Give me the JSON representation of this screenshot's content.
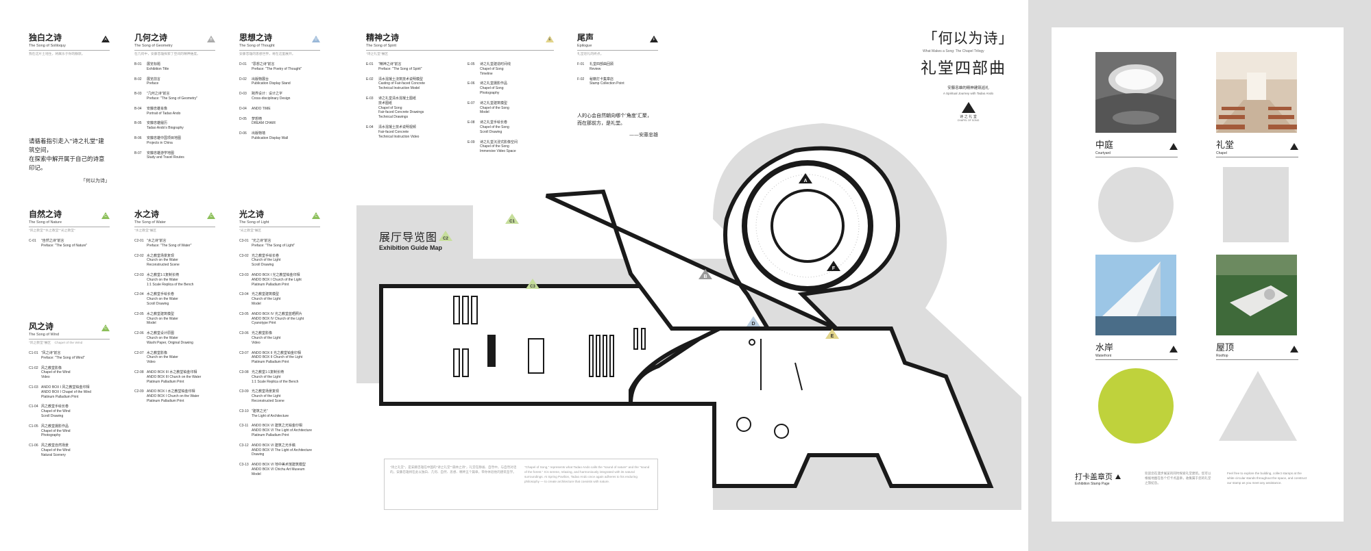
{
  "title": {
    "top": "「何以为诗」",
    "sub_en": "What Makes a Song: The Chapel Trilogy",
    "big": "礼堂四部曲",
    "small_zh": "安藤忠雄的精神建筑巡礼",
    "small_en": "A Spiritual Journey with Tadao Ando",
    "logo_zh": "诗 之 礼 堂",
    "logo_en": "CHAPEL OF SONG"
  },
  "sections": [
    {
      "zh": "独白之诗",
      "en": "The Song of Soliloquy",
      "badge": "A",
      "badge_color": "#222",
      "note": "我在这片土地生，将属乐于你的静默。",
      "items": [],
      "quote": [
        "请循着指引走入\"诗之礼堂\"建筑空间，",
        "在探索中解开属于自己的诗意印记。"
      ],
      "quote_sig": "「何以为诗」"
    },
    {
      "zh": "几何之诗",
      "en": "The Song of Geometry",
      "badge": "B",
      "badge_color": "#999",
      "note": "在几何中，安藤忠雄探索了空间的精神维度。",
      "items": [
        {
          "code": "B-01",
          "lines": [
            "展览标题",
            "Exhibition Title"
          ]
        },
        {
          "code": "B-02",
          "lines": [
            "展览前言",
            "Preface"
          ]
        },
        {
          "code": "B-03",
          "lines": [
            "\"几何之诗\"前言",
            "Preface: \"The Song of Geometry\""
          ]
        },
        {
          "code": "B-04",
          "lines": [
            "安藤忠雄肖像",
            "Portrait of Tadao Ando"
          ]
        },
        {
          "code": "B-05",
          "lines": [
            "安藤忠雄履历",
            "Tadao Ando's Biography"
          ]
        },
        {
          "code": "B-06",
          "lines": [
            "安藤忠雄中国项目地图",
            "Projects in China"
          ]
        },
        {
          "code": "B-07",
          "lines": [
            "安藤忠雄游学地图",
            "Study and Travel Routes"
          ]
        }
      ]
    },
    {
      "zh": "思想之诗",
      "en": "The Song of Thought",
      "badge": "D",
      "badge_color": "#7aa0c8",
      "note": "安藤忠雄的思想世界，将在这里展开。",
      "items": [
        {
          "code": "D-01",
          "lines": [
            "\"思想之诗\"前言",
            "Preface: \"The Poetry of Thought\""
          ]
        },
        {
          "code": "D-02",
          "lines": [
            "出版物展台",
            "Publication Display Stand"
          ]
        },
        {
          "code": "D-03",
          "lines": [
            "跨界设计：设计之字",
            "Cross-disciplinary Design"
          ]
        },
        {
          "code": "D-04",
          "lines": [
            "ANDO TIME"
          ]
        },
        {
          "code": "D-05",
          "lines": [
            "梦想椅",
            "DREAM CHAIR"
          ]
        },
        {
          "code": "D-06",
          "lines": [
            "出版物墙",
            "Publication Display Wall"
          ]
        }
      ]
    },
    {
      "zh": "精神之诗",
      "en": "The Song of Spirit",
      "badge": "E",
      "badge_color": "#e2d48a",
      "note": "\"诗之礼堂\"展区",
      "items": [
        {
          "code": "E-01",
          "lines": [
            "\"精神之诗\"前言",
            "Preface: \"The Song of Spirit\""
          ]
        },
        {
          "code": "E-02",
          "lines": [
            "清水混凝土浇筑技术说明模型",
            "Casting of Fair-faced Concrete",
            "Technical Instruction Model"
          ]
        },
        {
          "code": "E-03",
          "lines": [
            "诗之礼堂清水混凝土图纸",
            "技术图纸",
            "Chapel of Song",
            "Fair-faced Concrete Drawings",
            "Technical Drawings"
          ]
        },
        {
          "code": "E-04",
          "lines": [
            "清水混凝土技术说明视频",
            "Fair-faced Concrete",
            "Technical Instruction Video"
          ]
        }
      ],
      "items_b": [
        {
          "code": "E-05",
          "lines": [
            "诗之礼堂建造时间线",
            "Chapel of Song",
            "Timeline"
          ]
        },
        {
          "code": "E-06",
          "lines": [
            "诗之礼堂摄影作品",
            "Chapel of Song",
            "Photography"
          ]
        },
        {
          "code": "E-07",
          "lines": [
            "诗之礼堂建筑模型",
            "Chapel of the Song",
            "Model"
          ]
        },
        {
          "code": "E-08",
          "lines": [
            "诗之礼堂手绘长卷",
            "Chapel of the Song",
            "Scroll Drawing"
          ]
        },
        {
          "code": "E-09",
          "lines": [
            "诗之礼堂沉浸式影像空间",
            "Chapel of the Song",
            "Immersive Video Space"
          ]
        }
      ]
    },
    {
      "zh": "尾声",
      "en": "Epilogue",
      "badge": "F",
      "badge_color": "#222",
      "note": "礼堂巡礼的终点。",
      "items": [
        {
          "code": "F-01",
          "lines": [
            "礼堂四部曲回顾",
            "Review"
          ]
        },
        {
          "code": "F-02",
          "lines": [
            "秘籍打卡集章店",
            "Stamp Collection Point"
          ]
        }
      ],
      "quote": [
        "人的心会自然朝向哪个'角度'汇聚，",
        "而在那前方，是礼堂。"
      ],
      "quote_sig": "——安藤忠雄"
    },
    {
      "zh": "自然之诗",
      "en": "The Song of Nature",
      "badge": "C",
      "badge_color": "#8cbf5a",
      "note": "\"风之教堂\"\"水之教堂\"\"光之教堂\"",
      "items": [
        {
          "code": "C-01",
          "lines": [
            "\"自然之诗\"前言",
            "Preface: \"The Song of Nature\""
          ]
        }
      ]
    },
    {
      "zh": "水之诗",
      "en": "The Song of Water",
      "badge": "C",
      "badge_color": "#8cbf5a",
      "note": "\"水之教堂\"展区",
      "items": [
        {
          "code": "C2-01",
          "lines": [
            "\"水之诗\"前言",
            "Preface: \"The Song of Water\""
          ]
        },
        {
          "code": "C2-02",
          "lines": [
            "水之教堂场景复现",
            "Church on the Water",
            "Reconstructed Scene"
          ]
        },
        {
          "code": "C2-03",
          "lines": [
            "水之教堂1:1复制长椅",
            "Church on the Water",
            "1:1 Scale Replica of the Bench"
          ]
        },
        {
          "code": "C2-04",
          "lines": [
            "水之教堂手绘长卷",
            "Church on the Water",
            "Scroll Drawing"
          ]
        },
        {
          "code": "C2-05",
          "lines": [
            "水之教堂建筑模型",
            "Church on the Water",
            "Model"
          ]
        },
        {
          "code": "C2-06",
          "lines": [
            "水之教堂设计原图",
            "Church on the Water",
            "Washi Paper, Original Drawing"
          ]
        },
        {
          "code": "C2-07",
          "lines": [
            "水之教堂影像",
            "Church on the Water",
            "Video"
          ]
        },
        {
          "code": "C2-08",
          "lines": [
            "ANDO BOX III 水之教堂铂金印相",
            "ANDO BOX III Church on the Water",
            "Platinum Palladium Print"
          ]
        },
        {
          "code": "C2-09",
          "lines": [
            "ANDO BOX I 水之教堂铂金印相",
            "ANDO BOX I Church on the Water",
            "Platinum Palladium Print"
          ]
        }
      ]
    },
    {
      "zh": "光之诗",
      "en": "The Song of Light",
      "badge": "C",
      "badge_color": "#8cbf5a",
      "note": "\"光之教堂\"展区",
      "items": [
        {
          "code": "C3-01",
          "lines": [
            "\"光之诗\"前言",
            "Preface: \"The Song of Light\""
          ]
        },
        {
          "code": "C3-02",
          "lines": [
            "光之教堂手绘长卷",
            "Church of the Light",
            "Scroll Drawing"
          ]
        },
        {
          "code": "C3-03",
          "lines": [
            "ANDO BOX I 光之教堂铂金印相",
            "ANDO BOX I Church of the Light",
            "Platinum Palladium Print"
          ]
        },
        {
          "code": "C3-04",
          "lines": [
            "光之教堂建筑模型",
            "Church of the Light",
            "Model"
          ]
        },
        {
          "code": "C3-05",
          "lines": [
            "ANDO BOX IV 光之教堂蓝晒照片",
            "ANDO BOX IV Church of the Light",
            "Cyanotype Print"
          ]
        },
        {
          "code": "C3-06",
          "lines": [
            "光之教堂影像",
            "Church of the Light",
            "Video"
          ]
        },
        {
          "code": "C3-07",
          "lines": [
            "ANDO BOX II 光之教堂铂金印相",
            "ANDO BOX II Church of the Light",
            "Platinum Palladium Print"
          ]
        },
        {
          "code": "C3-08",
          "lines": [
            "光之教堂1:1复制长椅",
            "Church of the Light",
            "1:1 Scale Replica of the Bench"
          ]
        },
        {
          "code": "C3-09",
          "lines": [
            "光之教堂场景复现",
            "Church of the Light",
            "Reconstructed Scene"
          ]
        },
        {
          "code": "C3-10",
          "lines": [
            "\"建筑之光\"",
            "The Light of Architecture"
          ]
        },
        {
          "code": "C3-11",
          "lines": [
            "ANDO BOX VI 建筑之光铂金印相",
            "ANDO BOX VI The Light of Architecture",
            "Platinum Palladium Print"
          ]
        },
        {
          "code": "C3-12",
          "lines": [
            "ANDO BOX VI 建筑之光手稿",
            "ANDO BOX VI The Light of Architecture",
            "Drawing"
          ]
        },
        {
          "code": "C3-13",
          "lines": [
            "ANDO BOX VI 地中美术馆建筑模型",
            "ANDO BOX VI Chichu Art Museum",
            "Model"
          ]
        }
      ]
    },
    {
      "zh": "风之诗",
      "en": "The Song of Wind",
      "badge": "C",
      "badge_color": "#8cbf5a",
      "note": "\"风之教堂\"展区",
      "note2": "Chapel of the Wind",
      "items": [
        {
          "code": "C1-01",
          "lines": [
            "\"风之诗\"前言",
            "Preface: \"The Song of Wind\""
          ]
        },
        {
          "code": "C1-02",
          "lines": [
            "风之教堂影像",
            "Chapel of the Wind",
            "Video"
          ]
        },
        {
          "code": "C1-03",
          "lines": [
            "ANDO BOX I 风之教堂铂金印相",
            "ANDO BOX I Chapel of the Wind",
            "Platinum Palladium Print"
          ]
        },
        {
          "code": "C1-04",
          "lines": [
            "风之教堂手绘长卷",
            "Chapel of the Wind",
            "Scroll Drawing"
          ]
        },
        {
          "code": "C1-05",
          "lines": [
            "风之教堂摄影作品",
            "Chapel of the Wind",
            "Photography"
          ]
        },
        {
          "code": "C1-06",
          "lines": [
            "风之教堂自然场景",
            "Chapel of the Wind",
            "Natural Scenery"
          ]
        }
      ]
    }
  ],
  "map": {
    "title": "展厅导览图",
    "title_en": "Exhibition Guide Map",
    "zones": [
      "A",
      "B",
      "C1",
      "C2",
      "C3",
      "D",
      "E",
      "F"
    ],
    "intro_zh": "\"诗之礼堂\"，是安藤忠雄在中国的\"诗之礼堂\"\"森林之诗\"，礼堂在静谧、自然中，与自然对话的。安藤忠雄将在此以独白、几何、自然、思想、精神五个篇章，带你体验他的建筑哲学。",
    "intro_en": "\"Chapel of Song,\" represents what Tadao Ando calls the \"sound of nature\" and the \"sound of the forest.\" It is serene, relaxing, and harmoniously integrated with its natural surroundings. At Spring Pavilion, Tadao Ando once again adheres to his enduring philosophy — to create architecture that coexists with nature."
  },
  "stamp": {
    "spots": [
      {
        "zh": "中庭",
        "en": "Courtyard"
      },
      {
        "zh": "礼堂",
        "en": "Chapel"
      },
      {
        "zh": "水岸",
        "en": "Waterfront"
      },
      {
        "zh": "屋顶",
        "en": "Rooftop"
      }
    ],
    "title": "打卡盖章页",
    "title_en": "Exhibition Stamp Page",
    "desc_zh": "欢迎您在漫步展览的同时探索礼堂建筑。您可以根据地图在各个打卡点盖章，收集属于您的礼堂之旅纪念。",
    "desc_en": "Feel free to explore the building, collect stamps at the white circular stands throughout the space, and construct our stamp as you meet any assistance.",
    "accent": "#bfd23c"
  }
}
